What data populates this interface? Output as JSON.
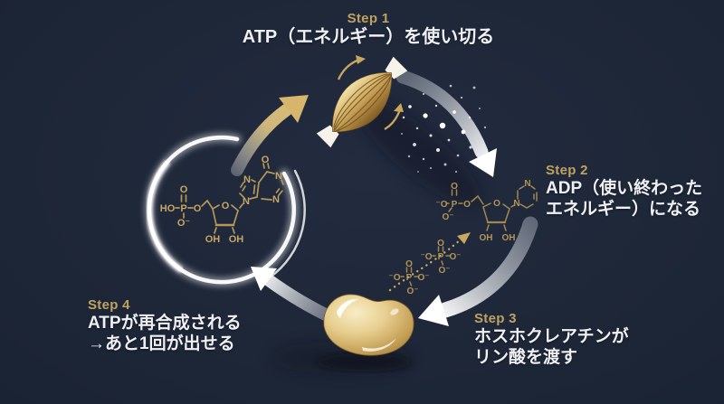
{
  "title": "ATP cycle infographic",
  "colors": {
    "background": "#1b2434",
    "gold": "#c6a765",
    "gold_dim": "#b29555",
    "step_label": "#bfa261",
    "text_white": "#eef0f3",
    "arrow_white": "#ffffff",
    "arrow_gold": "#d7b56c"
  },
  "steps": {
    "step1": {
      "label": "Step 1",
      "line1": "ATP（エネルギー）を使い切る"
    },
    "step2": {
      "label": "Step 2",
      "line1": "ADP（使い終わった",
      "line2": "エネルギー）になる"
    },
    "step3": {
      "label": "Step 3",
      "line1": "ホスホクレアチンが",
      "line2": "リン酸を渡す"
    },
    "step4": {
      "label": "Step 4",
      "line1": "ATPが再合成される",
      "line2": "→あと1回が出せる"
    }
  },
  "icons": {
    "muscle": "muscle-icon",
    "bean": "phosphocreatine-bean-icon",
    "ring": "glowing-cycle-ring",
    "sparkles": "energy-sparkles"
  },
  "molecules": {
    "atp": {
      "name": "ATP structure",
      "atoms": {
        "ho": "HO",
        "p": "P",
        "o_dbl": "O",
        "o_neg": "O⁻",
        "o_bridge": "O",
        "ring_o": "O",
        "oh_l": "OH",
        "oh_r": "OH",
        "n9": "N",
        "n7": "N",
        "n1": "N",
        "n3": "N",
        "carbonyl_o": "O"
      }
    },
    "adp": {
      "name": "ADP structure",
      "atoms": {
        "o_dbl": "O",
        "o_left": "⁻O",
        "p": "P",
        "o_bridge": "O",
        "o_neg": "O⁻",
        "ring_o": "O",
        "oh_l": "OH",
        "oh_r": "OH",
        "n_link": "N",
        "n_top": "N"
      }
    },
    "pi_upper": {
      "name": "phosphate group",
      "atoms": {
        "o_dbl": "O",
        "o_left": "⁻O",
        "p": "P",
        "o_right": "O⁻",
        "o_down": "O⁻"
      }
    },
    "pi_lower": {
      "name": "phosphate group",
      "atoms": {
        "o_dbl": "O",
        "o_left": "⁻O",
        "p": "P",
        "o_right": "O⁻",
        "o_down": "O⁻"
      }
    }
  }
}
